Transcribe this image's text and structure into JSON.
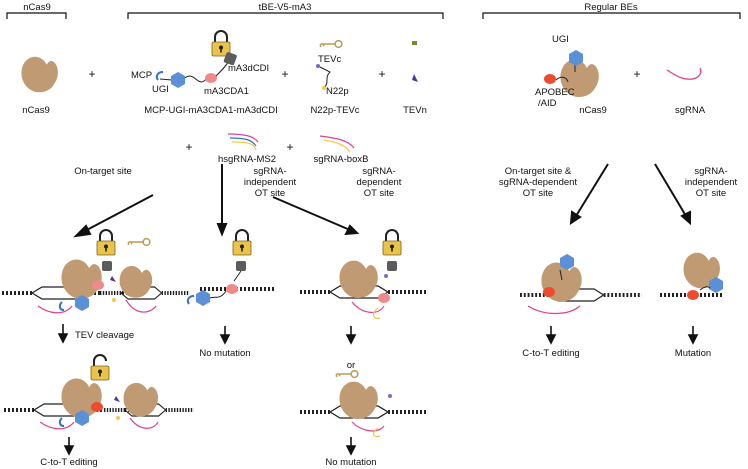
{
  "headers": {
    "ncas9": "nCas9",
    "tbe": "tBE-V5-mA3",
    "regular": "Regular BEs"
  },
  "components": {
    "ncas9": "nCas9",
    "mcp_construct": "MCP-UGI-mA3CDA1-mA3dCDI",
    "n22p_tevc": "N22p-TEVc",
    "tevn": "TEVn",
    "hsgrna": "hsgRNA-MS2",
    "sgrna_boxb": "sgRNA-boxB",
    "regular_ncas9": "nCas9",
    "sgrna": "sgRNA"
  },
  "part_labels": {
    "mcp": "MCP",
    "ugi": "UGI",
    "ma3cda1": "mA3CDA1",
    "ma3dcdi": "mA3dCDI",
    "tevc": "TEVc",
    "n22p": "N22p",
    "ugi_regular": "UGI",
    "apobec_line1": "APOBEC",
    "apobec_line2": "/AID"
  },
  "plus_sign": "+",
  "conjunction_or": "or",
  "branches": {
    "on_target": "On-target site",
    "sgrna_indep_1": "sgRNA-",
    "sgrna_indep_2": "independent",
    "sgrna_indep_3": "OT site",
    "sgrna_dep_1": "sgRNA-",
    "sgrna_dep_2": "dependent",
    "sgrna_dep_3": "OT site",
    "regular_on_1": "On-target site &",
    "regular_on_2": "sgRNA-dependent",
    "regular_on_3": "OT site",
    "regular_indep_1": "sgRNA-",
    "regular_indep_2": "independent",
    "regular_indep_3": "OT site"
  },
  "outcomes": {
    "tev_cleavage": "TEV cleavage",
    "ctot_editing_tbe": "C-to-T editing",
    "no_mutation_indep": "No mutation",
    "no_mutation_dep": "No mutation",
    "ctot_editing_regular": "C-to-T editing",
    "mutation_regular": "Mutation"
  },
  "colors": {
    "cas9": "#c09a73",
    "ugi": "#5b8fd6",
    "deaminase": "#f08a8a",
    "deaminase_active": "#ee4a2e",
    "dcdi": "#5c5c5c",
    "lock": "#eac44a",
    "dna": "#222222",
    "rna_pink": "#e0418f",
    "rna_blue": "#2f72c9",
    "rna_yellow": "#f2c94c",
    "tev_gold": "#b89b55",
    "tevn_purple": "#4a34a8"
  }
}
